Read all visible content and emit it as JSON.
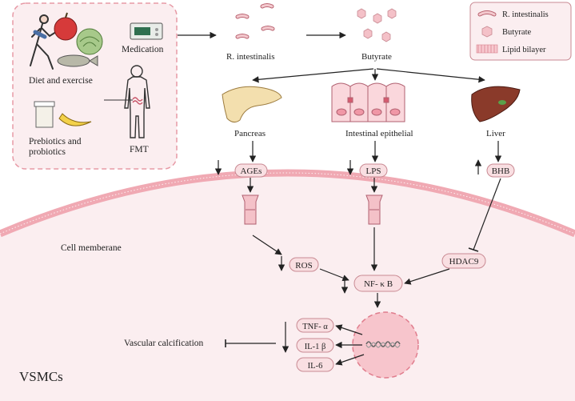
{
  "interventions": {
    "diet_label": "Diet and exercise",
    "medication_label": "Medication",
    "prebiotics_line1": "Prebiotics and",
    "prebiotics_line2": "probiotics",
    "fmt_label": "FMT"
  },
  "flow": {
    "bacteria_label": "R. intestinalis",
    "butyrate_label": "Butyrate"
  },
  "legend": {
    "items": [
      {
        "icon": "bacterium-icon",
        "label": "R. intestinalis"
      },
      {
        "icon": "hexagon-icon",
        "label": "Butyrate"
      },
      {
        "icon": "lipid-bilayer-icon",
        "label": "Lipid bilayer"
      }
    ]
  },
  "organs": {
    "pancreas": "Pancreas",
    "intestine": "Intestinal epithelial",
    "liver": "Liver"
  },
  "molecules": {
    "ages": "AGEs",
    "lps": "LPS",
    "bhb": "BHB",
    "ros": "ROS",
    "hdac9": "HDAC9",
    "nfkb": "NF- κ B",
    "tnf": "TNF- α",
    "il1": "IL-1 β",
    "il6": "IL-6"
  },
  "labels": {
    "cell_membrane": "Cell memberane",
    "vascular": "Vascular calcification",
    "vsmcs": "VSMCs"
  },
  "colors": {
    "pink_fill": "#fbeef0",
    "pink_pill": "#f9dfe2",
    "box_border": "#e79aa6",
    "membrane": "#f0a9b3"
  }
}
